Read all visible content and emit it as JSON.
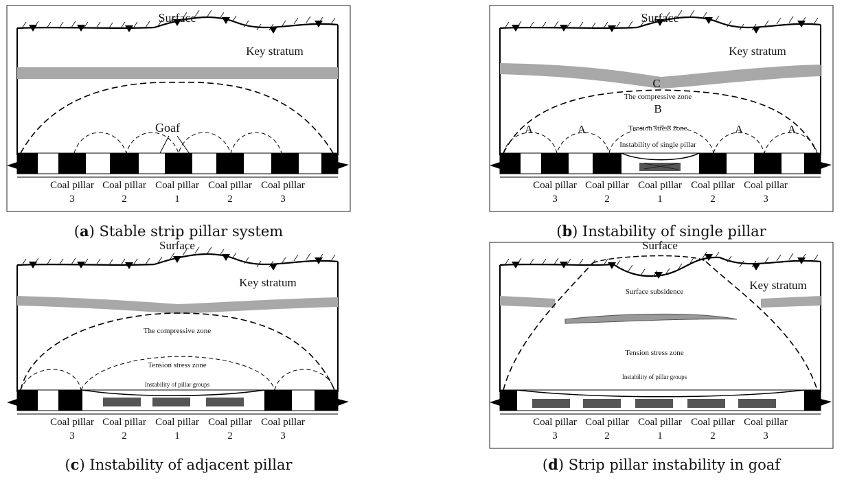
{
  "panels": [
    {
      "id": "a",
      "caption_letter": "a",
      "caption_text": "Stable strip pillar system",
      "surface_label": "Surface",
      "key_stratum_label": "Key stratum",
      "goaf_label": "Goaf",
      "pillar_labels": [
        "Coal pillar",
        "Coal pillar",
        "Coal pillar",
        "Coal pillar",
        "Coal pillar"
      ],
      "pillar_numbers": [
        "3",
        "2",
        "1",
        "2",
        "3"
      ]
    },
    {
      "id": "b",
      "caption_letter": "b",
      "caption_text": "Instability of single pillar",
      "surface_label": "Surface",
      "key_stratum_label": "Key stratum",
      "zone_labels": {
        "point_c": "C",
        "compressive": "The compressive zone",
        "point_b": "B",
        "tension": "Tension stress zone",
        "instability": "Instability of single pillar",
        "point_a": "A"
      },
      "pillar_labels": [
        "Coal pillar",
        "Coal pillar",
        "Coal pillar",
        "Coal pillar",
        "Coal pillar"
      ],
      "pillar_numbers": [
        "3",
        "2",
        "1",
        "2",
        "3"
      ]
    },
    {
      "id": "c",
      "caption_letter": "c",
      "caption_text": "Instability of adjacent pillar",
      "surface_label": "Surface",
      "key_stratum_label": "Key stratum",
      "zone_labels": {
        "compressive": "The compressive zone",
        "tension": "Tension stress zone",
        "instability": "Instability of pillar groups"
      },
      "pillar_labels": [
        "Coal pillar",
        "Coal pillar",
        "Coal pillar",
        "Coal pillar",
        "Coal pillar"
      ],
      "pillar_numbers": [
        "3",
        "2",
        "1",
        "2",
        "3"
      ]
    },
    {
      "id": "d",
      "caption_letter": "d",
      "caption_text": "Strip pillar instability in goaf",
      "surface_label": "Surface",
      "key_stratum_label": "Key stratum",
      "zone_labels": {
        "subsidence": "Surface subsidence",
        "tension": "Tension stress zone",
        "instability": "Instability of pillar groups"
      },
      "pillar_labels": [
        "Coal pillar",
        "Coal pillar",
        "Coal pillar",
        "Coal pillar",
        "Coal pillar"
      ],
      "pillar_numbers": [
        "3",
        "2",
        "1",
        "2",
        "3"
      ]
    }
  ]
}
